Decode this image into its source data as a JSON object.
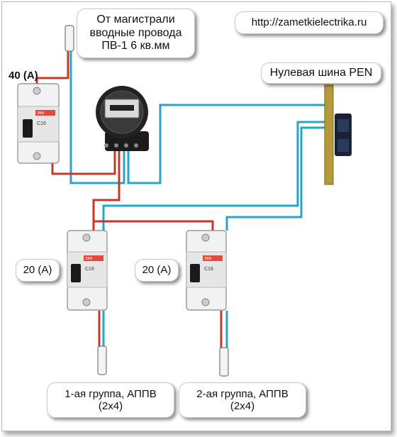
{
  "url_banner": "http://zametkielectrika.ru",
  "source_label": [
    "От магистрали",
    "вводные провода",
    "ПВ-1 6 кв.мм"
  ],
  "pen_bus_label": "Нулевая шина PEN",
  "main_breaker": {
    "rating": "40 (A)",
    "model": "C16",
    "brand": "ЭКФ"
  },
  "branch_breakers": [
    {
      "rating": "20 (A)",
      "model": "C16",
      "brand": "ЭКФ"
    },
    {
      "rating": "20 (A)",
      "model": "C16",
      "brand": "ЭКФ"
    }
  ],
  "groups": [
    {
      "line1": "1-ая группа, АППВ",
      "line2": "(2х4)"
    },
    {
      "line1": "2-ая группа, АППВ",
      "line2": "(2х4)"
    }
  ],
  "colors": {
    "phase_wire": "#c0392b",
    "neutral_wire": "#2aa3c4",
    "frame": "#b9b9b9"
  }
}
